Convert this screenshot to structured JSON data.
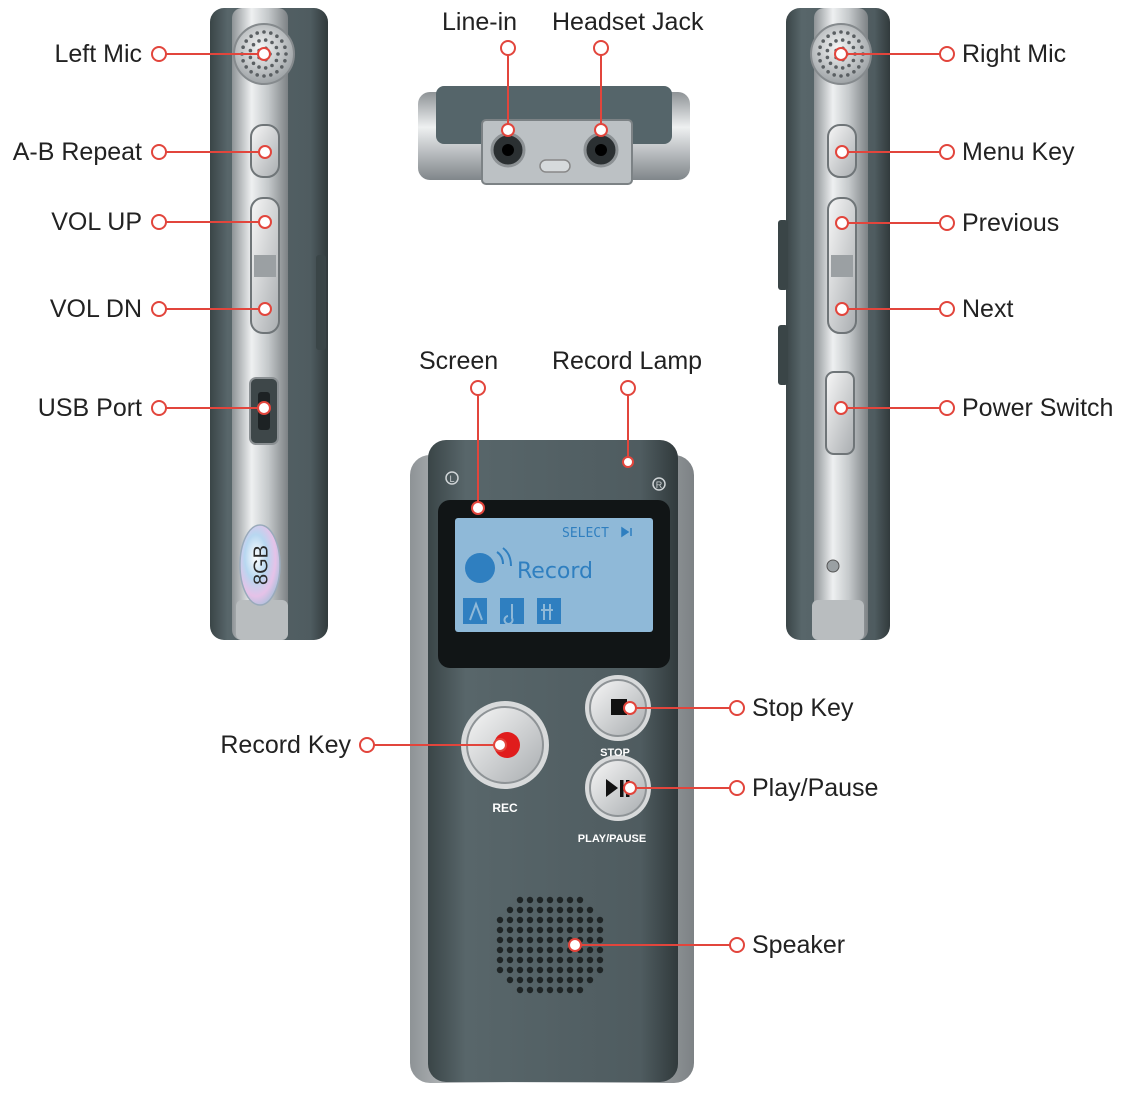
{
  "colors": {
    "accent": "#e2453c",
    "body": "#4a5658",
    "body_dark": "#2f393b",
    "chrome": "#c9ccce",
    "screen_bg": "#8fb9d8",
    "screen_fg": "#2f7fc0",
    "record_dot": "#e01c1c"
  },
  "labels": {
    "left_mic": "Left Mic",
    "ab_repeat": "A-B Repeat",
    "vol_up": "VOL UP",
    "vol_dn": "VOL DN",
    "usb_port": "USB Port",
    "line_in": "Line-in",
    "headset_jack": "Headset Jack",
    "right_mic": "Right Mic",
    "menu_key": "Menu Key",
    "previous": "Previous",
    "next": "Next",
    "power_switch": "Power Switch",
    "screen": "Screen",
    "record_lamp": "Record Lamp",
    "stop_key": "Stop Key",
    "record_key": "Record Key",
    "play_pause": "Play/Pause",
    "speaker": "Speaker"
  },
  "device": {
    "capacity_badge": "8GB",
    "mark_left": "L",
    "mark_right": "R",
    "screen_status": "SELECT",
    "screen_mode": "Record",
    "rec_caption": "REC",
    "stop_caption": "STOP",
    "play_caption": "PLAY/PAUSE"
  }
}
